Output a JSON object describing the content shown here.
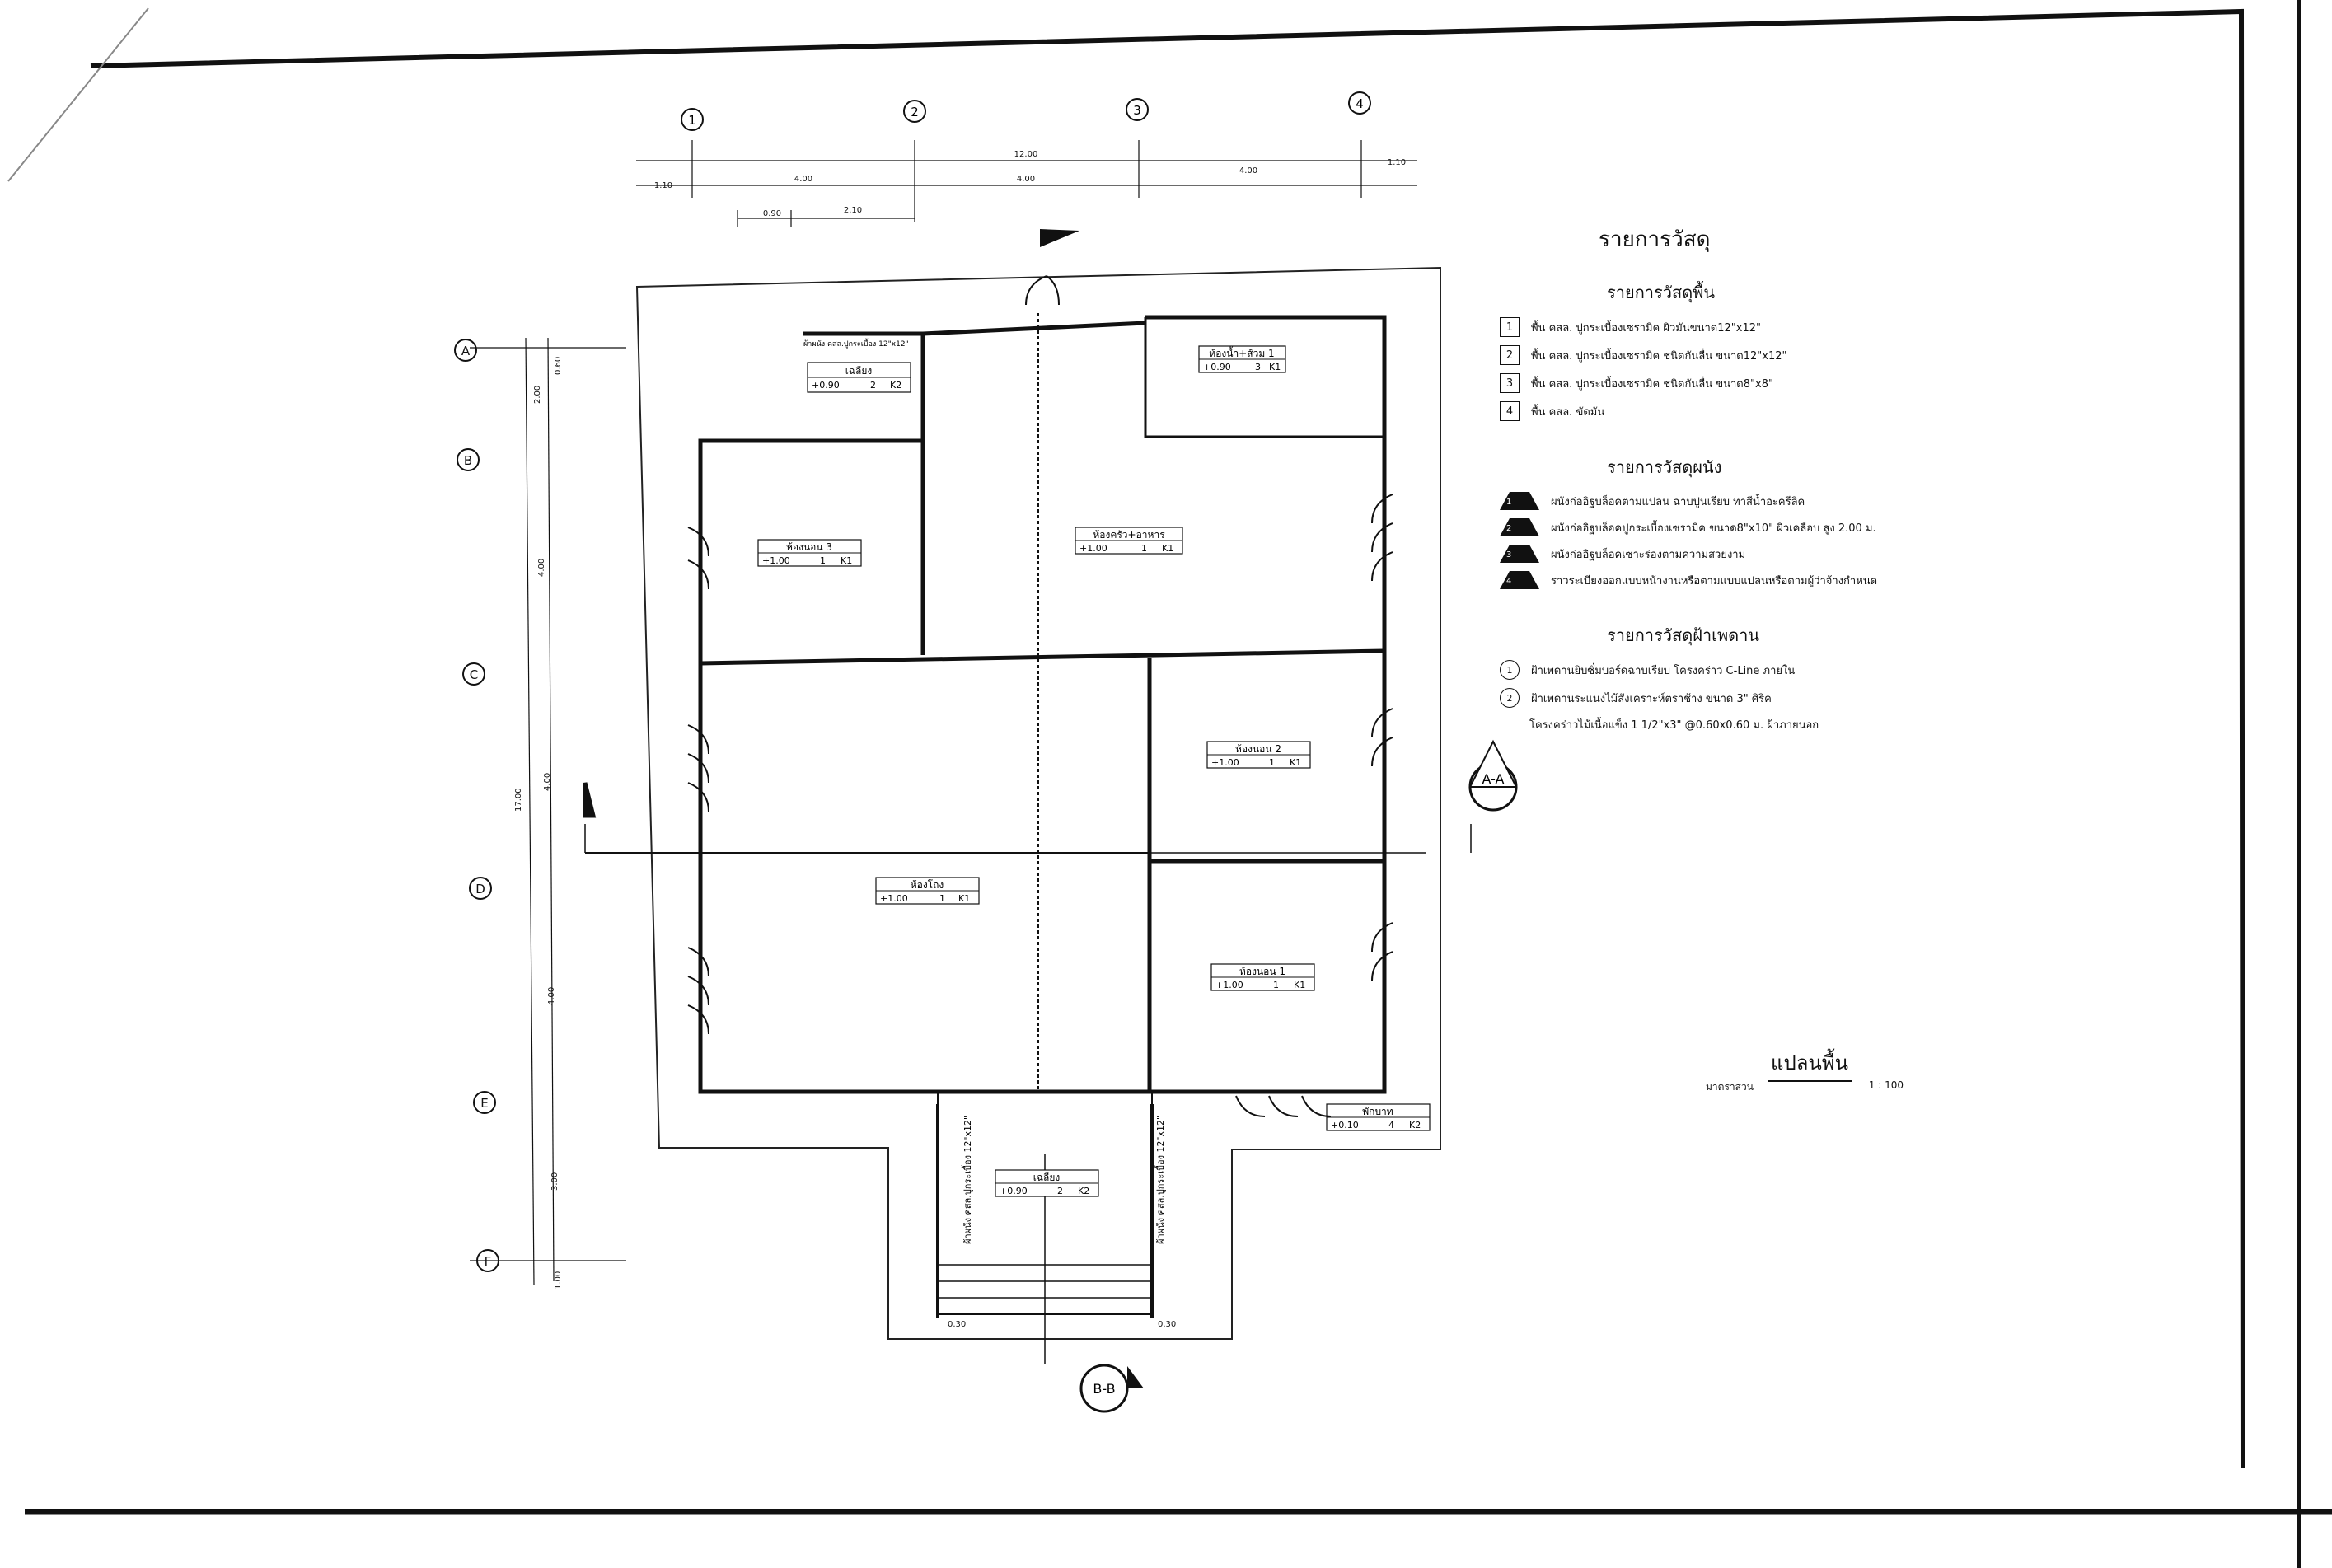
{
  "grid": {
    "columns": [
      "1",
      "2",
      "3",
      "4"
    ],
    "rows": [
      "A",
      "B",
      "C",
      "D",
      "E",
      "F"
    ]
  },
  "dimensions": {
    "top_total": "12.00",
    "top_spans": [
      "4.00",
      "4.00",
      "4.00"
    ],
    "top_edges": [
      "1.10",
      "1.10"
    ],
    "top_sub": [
      "0.90",
      "2.10"
    ],
    "left_total": "17.00",
    "left_spans": [
      "2.00",
      "4.00",
      "4.00",
      "4.00",
      "3.00",
      "1.00"
    ],
    "left_small": "0.60",
    "stair_widths": [
      "0.30",
      "0.30"
    ]
  },
  "rooms": [
    {
      "name": "เฉลียง",
      "level": "+0.90",
      "floor": "2",
      "ceiling": "K2"
    },
    {
      "name": "ห้องน้ำ+ส้วม 1",
      "level": "+0.90",
      "floor": "3",
      "ceiling": "K1"
    },
    {
      "name": "ห้องนอน 3",
      "level": "+1.00",
      "floor": "1",
      "ceiling": "K1"
    },
    {
      "name": "ห้องครัว+อาหาร",
      "level": "+1.00",
      "floor": "1",
      "ceiling": "K1"
    },
    {
      "name": "ห้องนอน 2",
      "level": "+1.00",
      "floor": "1",
      "ceiling": "K1"
    },
    {
      "name": "ห้องโถง",
      "level": "+1.00",
      "floor": "1",
      "ceiling": "K1"
    },
    {
      "name": "ห้องนอน 1",
      "level": "+1.00",
      "floor": "1",
      "ceiling": "K1"
    },
    {
      "name": "เฉลียง",
      "level": "+0.90",
      "floor": "2",
      "ceiling": "K2"
    },
    {
      "name": "พักบาท",
      "level": "+0.10",
      "floor": "4",
      "ceiling": "K2"
    }
  ],
  "plan_notes": {
    "wall_top": "ผ้าผนัง คสล.ปูกระเบื้อง 12\"x12\"",
    "wall_left_porch": "ผ้าผนัง คสล.ปูกระเบื้อง 12\"x12\"",
    "wall_right_porch": "ผ้าผนัง คสล.ปูกระเบื้อง 12\"x12\""
  },
  "section_marks": [
    "A-A",
    "B-B"
  ],
  "legend": {
    "title": "รายการวัสดุ",
    "floor": {
      "title": "รายการวัสดุพื้น",
      "items": [
        {
          "code": "1",
          "text": "พื้น คสล. ปูกระเบื้องเซรามิค ผิวมันขนาด12\"x12\""
        },
        {
          "code": "2",
          "text": "พื้น คสล. ปูกระเบื้องเซรามิค ชนิดกันลื่น ขนาด12\"x12\""
        },
        {
          "code": "3",
          "text": "พื้น คสล. ปูกระเบื้องเซรามิค ชนิดกันลื่น ขนาด8\"x8\""
        },
        {
          "code": "4",
          "text": "พื้น คสล. ขัดมัน"
        }
      ]
    },
    "wall": {
      "title": "รายการวัสดุผนัง",
      "items": [
        {
          "code": "1",
          "text": "ผนังก่ออิฐบล็อคตามแปลน ฉาบปูนเรียบ ทาสีน้ำอะครีลิค"
        },
        {
          "code": "2",
          "text": "ผนังก่ออิฐบล็อคปูกระเบื้องเซรามิค ขนาด8\"x10\" ผิวเคลือบ สูง 2.00 ม."
        },
        {
          "code": "3",
          "text": "ผนังก่ออิฐบล็อคเซาะร่องตามความสวยงาม"
        },
        {
          "code": "4",
          "text": "ราวระเบียงออกแบบหน้างานหรือตามแบบแปลนหรือตามผู้ว่าจ้างกำหนด"
        }
      ]
    },
    "ceiling": {
      "title": "รายการวัสดุฝ้าเพดาน",
      "items": [
        {
          "code": "1",
          "text": "ฝ้าเพดานยิบซั่มบอร์ดฉาบเรียบ โครงคร่าว C-Line ภายใน"
        },
        {
          "code": "2",
          "text": "ฝ้าเพดานระแนงไม้สังเคราะห์ตราช้าง ขนาด 3\" ศิริค"
        }
      ],
      "extra": "โครงคร่าวไม้เนื้อแข็ง 1 1/2\"x3\" @0.60x0.60 ม. ฝ้าภายนอก"
    }
  },
  "plan_title": "แปลนพื้น",
  "scale_label": "มาตราส่วน",
  "scale_value": "1 : 100"
}
